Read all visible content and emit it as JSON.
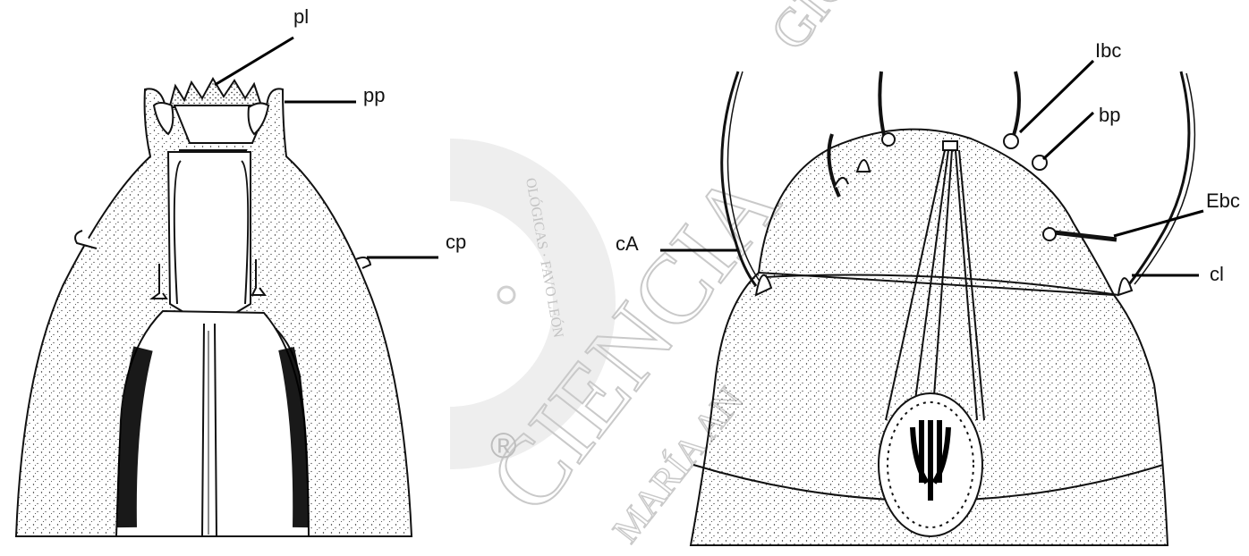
{
  "figure": {
    "left_panel": {
      "labels": {
        "pl": "pl",
        "pp": "pp",
        "cp": "cp"
      }
    },
    "right_panel": {
      "labels": {
        "lbc": "Ibc",
        "bp": "bp",
        "ebc": "Ebc",
        "ca": "cA",
        "cl": "cl"
      }
    },
    "watermark": {
      "seal_text": "OLÓGICAS · FAVO LEÓN",
      "text_1": "CIENCIA",
      "text_2": "MARÍA AN",
      "text_3": "GIC",
      "registered_mark": "®",
      "color": "#b9b9b9"
    }
  }
}
